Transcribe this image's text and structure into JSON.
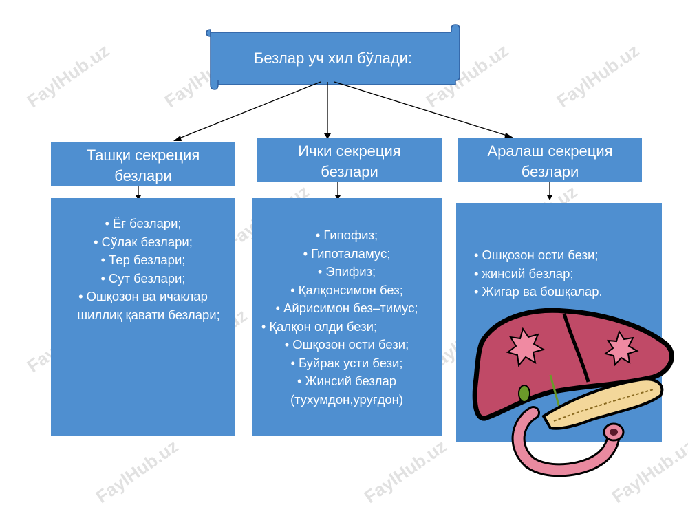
{
  "title": "Безлар уч хил бўлади:",
  "columns": [
    {
      "header": [
        "Ташқи секреция",
        "безлари"
      ],
      "items": [
        "Ёғ безлари;",
        "Сўлак безлари;",
        "Тер безлари;",
        "Сут безлари;",
        "Ошқозон ва ичаклар",
        "шиллиқ қавати безлари;"
      ]
    },
    {
      "header": [
        "Ички секреция",
        "безлари"
      ],
      "items": [
        "Гипофиз;",
        "Гипоталамус;",
        "Эпифиз;",
        "Қалқонсимон без;",
        "Айрисимон без–тимус;",
        "Қалқон олди бези;",
        "Ошқозон ости бези;",
        "Буйрак усти бези;",
        "Жинсий безлар",
        "(тухумдон,уруғдон)"
      ]
    },
    {
      "header": [
        "Аралаш секреция",
        "безлари"
      ],
      "items": [
        "Ошқозон ости бези;",
        "жинсий безлар;",
        "Жигар ва бошқалар."
      ]
    }
  ],
  "watermark": "FaylHub.uz",
  "colors": {
    "box": "#4f8fd0",
    "text": "#ffffff",
    "arrow": "#000000"
  },
  "icons": {
    "bullet": "•",
    "illustration": "liver-pancreas-icon"
  }
}
